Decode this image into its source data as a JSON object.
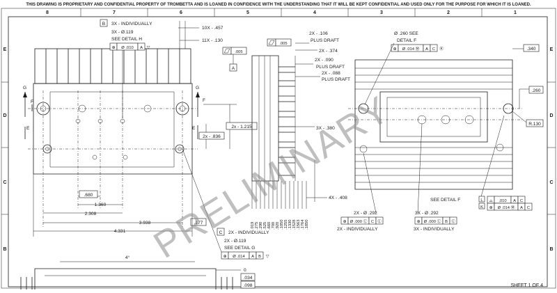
{
  "notice": "THIS DRAWING IS PROPRIETARY AND CONFIDENTIAL PROPERTY OF TROMBETTA AND IS LOANED IN CONFIDENCE WITH THE UNDERSTANDING THAT IT WILL BE KEPT CONFIDENTIAL AND USED ONLY FOR THE PURPOSE FOR WHICH IT IS LOANED.",
  "zone_columns": [
    "8",
    "7",
    "6",
    "5",
    "4",
    "3",
    "2",
    "1"
  ],
  "zone_rows": [
    "E",
    "D",
    "C",
    "B"
  ],
  "watermark": "PRELIMINARY",
  "sheet": "SHEET 1 OF 4",
  "front_view": {
    "note_b_letter": "B",
    "note_b_1": "3X - INDIVIDUALLY",
    "note_b_2": "3X - Ø.119",
    "note_b_3": "SEE DETAIL H",
    "fcf_b": [
      "⊕",
      "Ø .010",
      "A",
      "▽"
    ],
    "dim_top_1": "10X - .457",
    "dim_top_2": "11X - .130",
    "flat_fcf": [
      ".005"
    ],
    "datum_a": "A",
    "sec_g_left": "G",
    "sec_g_right": "G",
    "sec_e_left": "E",
    "sec_e_right": "E",
    "sec_f": "F",
    "sec_f_right": "F",
    "dim_1215": "2x - 1.215",
    "dim_836": "2x - .836",
    "dim_680": ".680",
    "dim_1360": "1.360",
    "dim_2308": "2.308",
    "dim_3938": "3.938",
    "dim_4331": "4.331",
    "dim_177": ".177",
    "note_c_letter": "C",
    "note_c_1": "2X - INDIVIDUALLY",
    "note_c_2": "2X - Ø.119",
    "note_c_3": "SEE DETAIL G",
    "fcf_c": [
      "⊕",
      "Ø .014",
      "A",
      "B",
      "▽"
    ],
    "dim_4deg": "4°",
    "dim_0": "0",
    "dim_034": ".034",
    "dim_098": ".098"
  },
  "side_view": {
    "flat_fcf": [
      ".005"
    ],
    "note_106_1": "2X - .106",
    "note_106_2": "PLUS DRAFT",
    "note_374": "2X - .374",
    "note_090_1": "2X - .090",
    "note_090_2": "PLUS DRAFT",
    "note_088_1": "2X - .088",
    "note_088_2": "PLUS DRAFT",
    "note_380": "3X - .380",
    "note_408": "4X - .408",
    "bottom_dims": [
      ".019",
      ".275",
      ".290",
      ".525",
      ".660",
      ".700",
      ".920",
      ".1050",
      ".1255",
      ".1330",
      ".1528",
      ".1563",
      ".1764",
      ".1850"
    ]
  },
  "right_view": {
    "note_260_1": "Ø .260 SEE",
    "note_260_2": "DETAIL F",
    "fcf_top": [
      "⊕",
      "Ø .014 Ⓜ",
      "A",
      "C",
      "Ⓚ"
    ],
    "dim_340": ".340",
    "dim_260": ".260",
    "dim_r130": "R.130",
    "see_detail_f": "SEE DETAIL F",
    "prof_fcf": [
      "⌓",
      ".010",
      "A",
      "C"
    ],
    "pos_fcf": [
      "⊕",
      "Ø .014 Ⓜ",
      "A",
      "C"
    ],
    "tag_l": "L",
    "tag_k": "K",
    "note_292_1": "2X - Ø .292",
    "fcf_292": [
      "⊕",
      "Ø .000 Ⓛ",
      "C",
      "Ⓛ"
    ],
    "note_292_2": "2X - INDIVIDUALLY",
    "note_3x_1": "3X - Ø .292",
    "fcf_3x": [
      "⊕",
      "Ø .000 Ⓛ",
      "B",
      "Ⓛ"
    ],
    "note_3x_2": "3X - INDIVIDUALLY"
  }
}
